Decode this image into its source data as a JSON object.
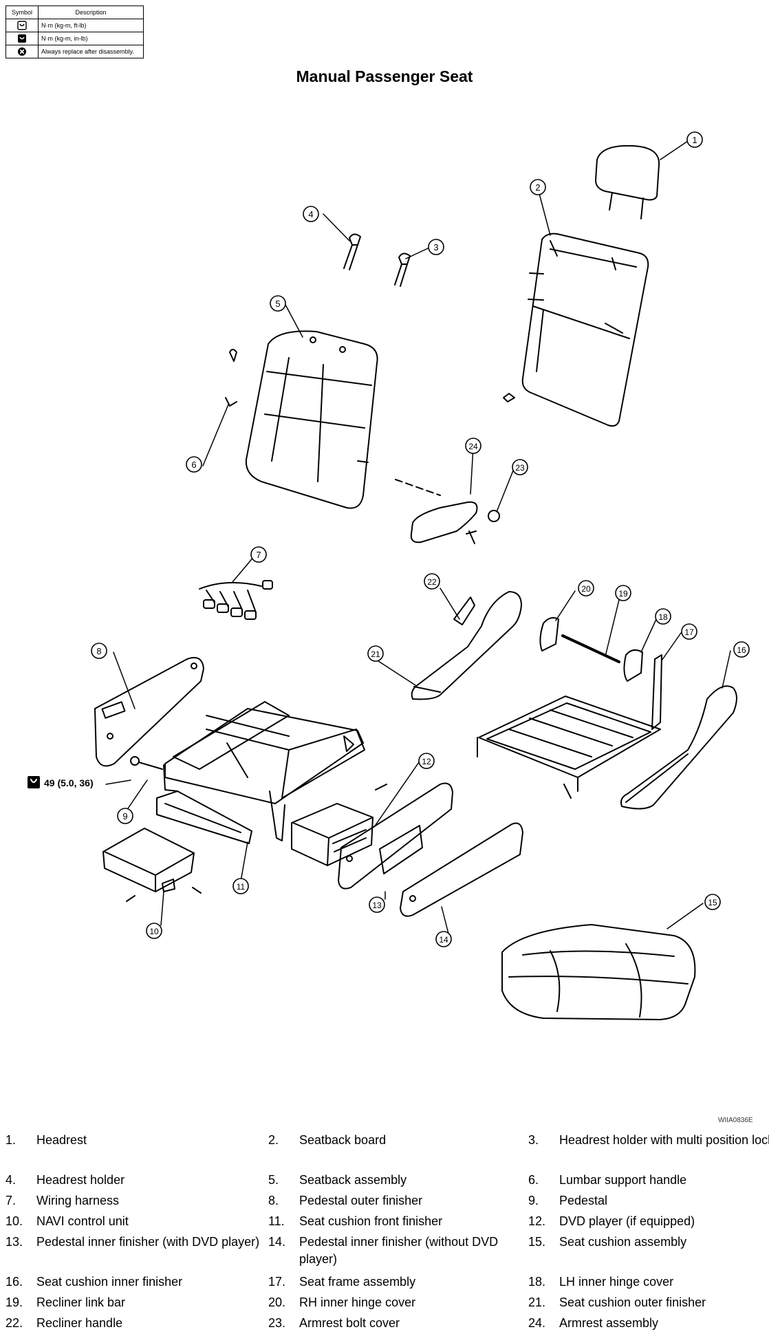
{
  "legend": {
    "header_symbol": "Symbol",
    "header_description": "Description",
    "rows": [
      {
        "icon": "torque-ft-lb-icon",
        "description": "N·m (kg-m, ft-lb)"
      },
      {
        "icon": "torque-in-lb-icon",
        "description": "N·m (kg-m, in-lb)"
      },
      {
        "icon": "replace-icon",
        "description": "Always replace after disassembly."
      }
    ]
  },
  "title": "Manual Passenger Seat",
  "diagram": {
    "callouts": [
      "1",
      "2",
      "3",
      "4",
      "5",
      "6",
      "7",
      "8",
      "9",
      "10",
      "11",
      "12",
      "13",
      "14",
      "15",
      "16",
      "17",
      "18",
      "19",
      "20",
      "21",
      "22",
      "23",
      "24"
    ],
    "torque_spec": "49 (5.0, 36)",
    "code": "WIIA0836E"
  },
  "parts": [
    {
      "num": "1.",
      "name": "Headrest"
    },
    {
      "num": "2.",
      "name": "Seatback board"
    },
    {
      "num": "3.",
      "name": "Headrest holder with multi position lock"
    },
    {
      "num": "4.",
      "name": "Headrest holder"
    },
    {
      "num": "5.",
      "name": "Seatback assembly"
    },
    {
      "num": "6.",
      "name": "Lumbar support handle"
    },
    {
      "num": "7.",
      "name": "Wiring harness"
    },
    {
      "num": "8.",
      "name": "Pedestal outer finisher"
    },
    {
      "num": "9.",
      "name": "Pedestal"
    },
    {
      "num": "10.",
      "name": "NAVI control unit"
    },
    {
      "num": "11.",
      "name": "Seat cushion front finisher"
    },
    {
      "num": "12.",
      "name": "DVD player (if equipped)"
    },
    {
      "num": "13.",
      "name": "Pedestal inner finisher (with DVD player)"
    },
    {
      "num": "14.",
      "name": "Pedestal inner finisher (without DVD player)"
    },
    {
      "num": "15.",
      "name": "Seat cushion assembly"
    },
    {
      "num": "16.",
      "name": "Seat cushion inner finisher"
    },
    {
      "num": "17.",
      "name": "Seat frame assembly"
    },
    {
      "num": "18.",
      "name": "LH inner hinge cover"
    },
    {
      "num": "19.",
      "name": "Recliner link bar"
    },
    {
      "num": "20.",
      "name": "RH inner hinge cover"
    },
    {
      "num": "21.",
      "name": "Seat cushion outer finisher"
    },
    {
      "num": "22.",
      "name": "Recliner handle"
    },
    {
      "num": "23.",
      "name": "Armrest bolt cover"
    },
    {
      "num": "24.",
      "name": "Armrest assembly"
    }
  ]
}
